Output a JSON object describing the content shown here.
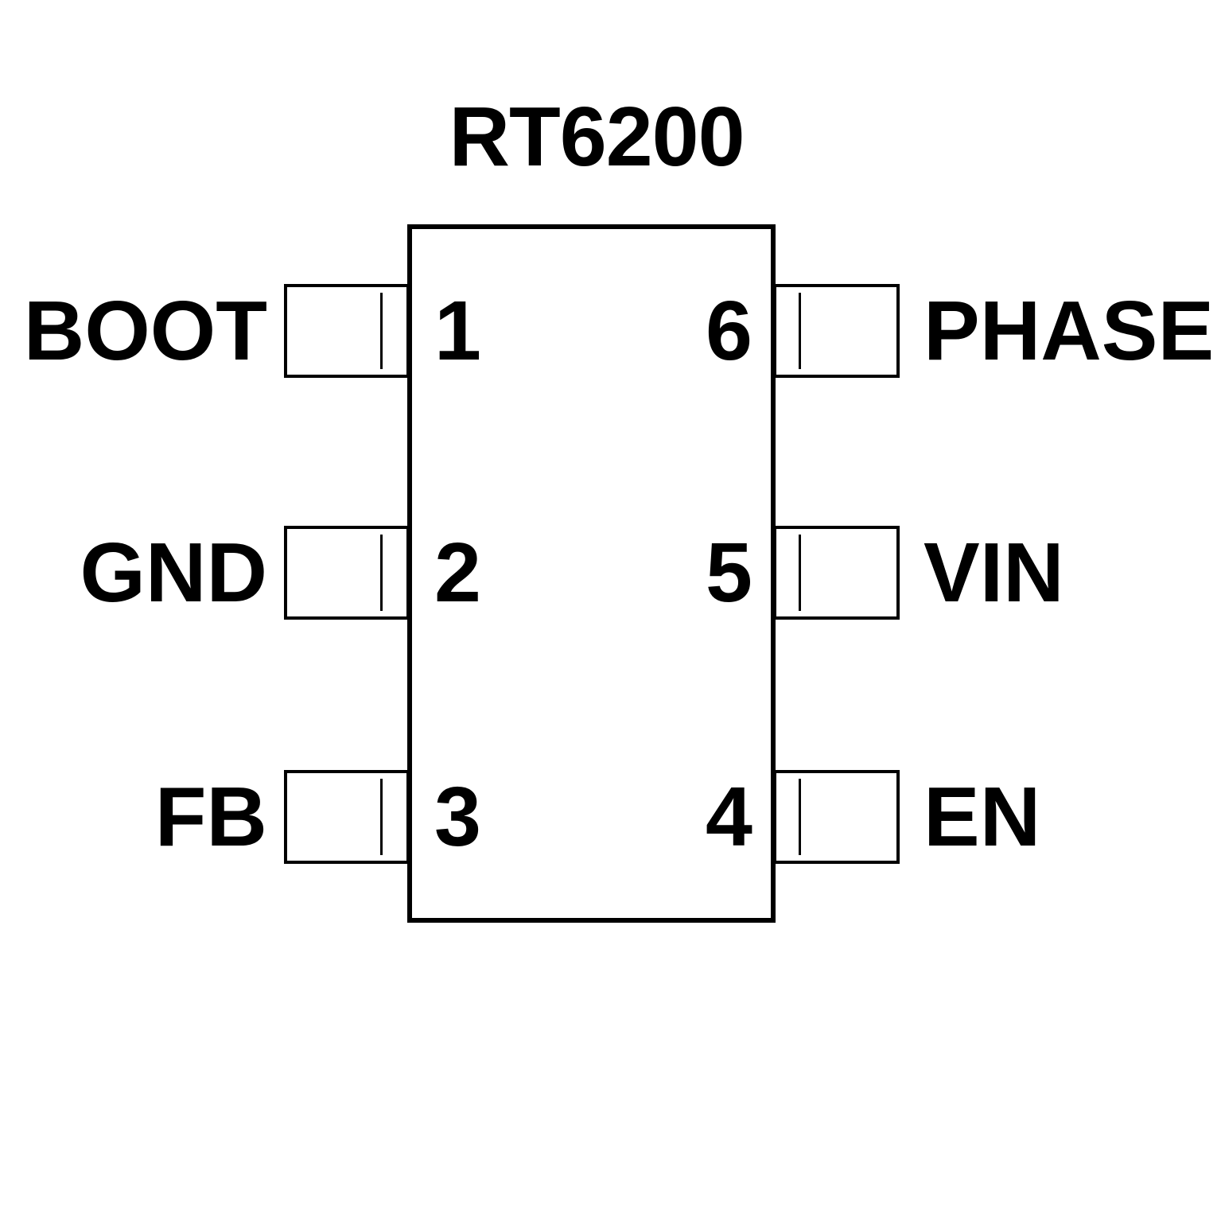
{
  "chip": {
    "title": "RT6200",
    "package_sides": 2,
    "pins": {
      "left": [
        {
          "number": "1",
          "name": "BOOT"
        },
        {
          "number": "2",
          "name": "GND"
        },
        {
          "number": "3",
          "name": "FB"
        }
      ],
      "right": [
        {
          "number": "6",
          "name": "PHASE"
        },
        {
          "number": "5",
          "name": "VIN"
        },
        {
          "number": "4",
          "name": "EN"
        }
      ]
    }
  },
  "colors": {
    "line": "#000000",
    "background": "#ffffff"
  }
}
